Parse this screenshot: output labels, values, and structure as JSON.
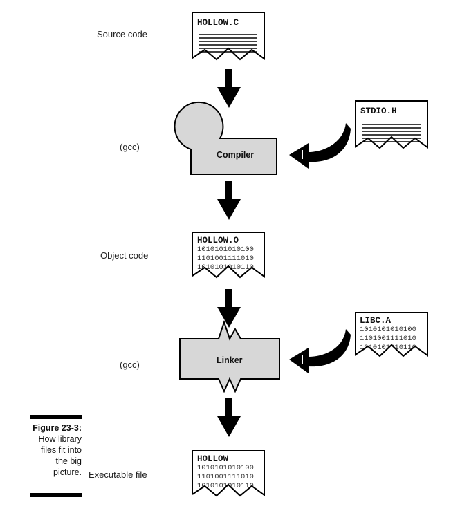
{
  "labels": {
    "source_code": "Source code",
    "gcc_compiler": "(gcc)",
    "object_code": "Object code",
    "gcc_linker": "(gcc)",
    "executable_file": "Executable file"
  },
  "documents": {
    "hollow_c": "HOLLOW.C",
    "stdio_h": "STDIO.H",
    "hollow_o": "HOLLOW.O",
    "libc_a": "LIBC.A",
    "hollow": "HOLLOW"
  },
  "binary_lines": {
    "hollow_o": [
      "1010101010100",
      "1101001111010",
      "1010101010110"
    ],
    "libc_a": [
      "1010101010100",
      "1101001111010",
      "1010101010110"
    ],
    "hollow": [
      "1010101010100",
      "1101001111010",
      "1010101010110"
    ]
  },
  "boxes": {
    "compiler": "Compiler",
    "linker": "Linker"
  },
  "caption": {
    "title": "Figure 23-3:",
    "lines": [
      "How library",
      "files fit into",
      "the big",
      "picture."
    ]
  },
  "colors": {
    "box_fill": "#d7d7d7",
    "ink": "#000000"
  }
}
